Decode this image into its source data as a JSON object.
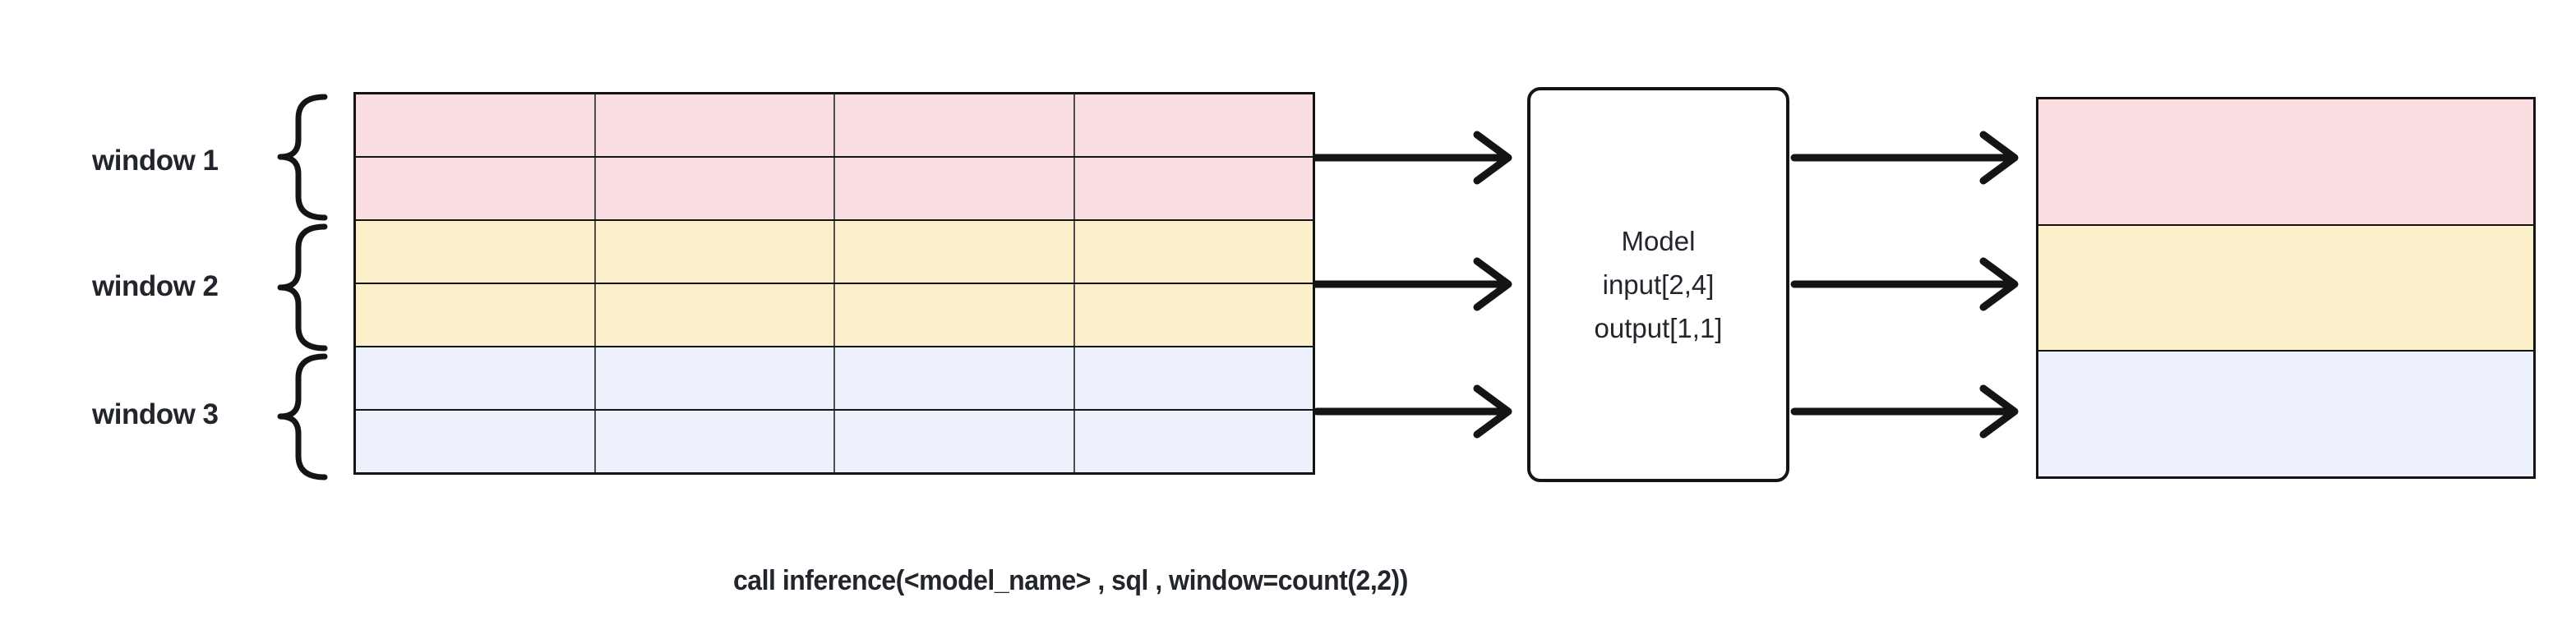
{
  "diagram": {
    "windows": [
      {
        "label": "window 1"
      },
      {
        "label": "window 2"
      },
      {
        "label": "window 3"
      }
    ],
    "input_table": {
      "rows": 6,
      "cols": 4,
      "row_colors": [
        "pink",
        "pink",
        "yellow",
        "yellow",
        "blue",
        "blue"
      ]
    },
    "model_box": {
      "line1": "Model",
      "line2": "input[2,4]",
      "line3": "output[1,1]"
    },
    "output_table": {
      "rows": 3,
      "row_colors": [
        "pink",
        "yellow",
        "blue"
      ]
    },
    "caption": "call inference(<model_name> , sql , window=count(2,2))"
  },
  "colors": {
    "pink": "#FBDEE2",
    "yellow": "#FCF0CA",
    "blue": "#EDF1FB",
    "stroke": "#141414",
    "text": "#22262C"
  }
}
